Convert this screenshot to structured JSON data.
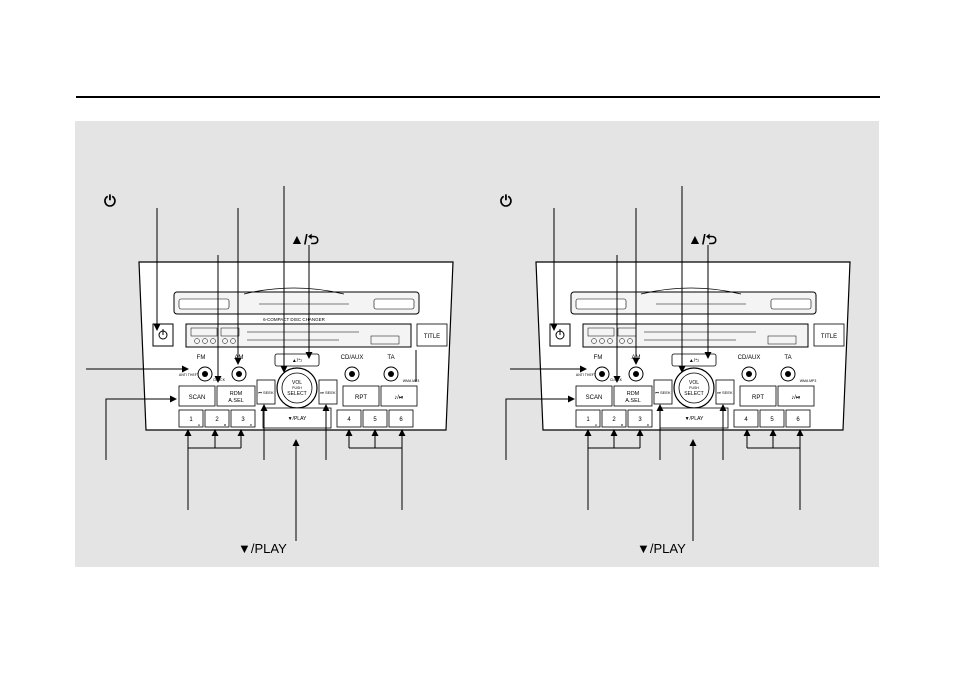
{
  "diagrams": [
    {
      "callouts": {
        "power": "⏻",
        "eject": "▲/⮌",
        "play": "▼/PLAY"
      },
      "unit": {
        "changer_label": "6-COMPACT  DISC  CHANGER",
        "title_btn": "TITLE",
        "fm": "FM",
        "am": "AM",
        "cdaux": "CD/AUX",
        "ta": "TA",
        "anti_theft": "ANTI THEFT",
        "clock": "CLOCK",
        "scan": "SCAN",
        "rdm_top": "RDM",
        "rdm_bot": "A.SEL",
        "rpt": "RPT",
        "skip": "♪/⏯",
        "seek_l": "⏮\nSEEK",
        "seek_r": "⏭\nSEEK",
        "vol_top": "VOL",
        "vol_mid": "PUSH",
        "vol_bot": "SELECT",
        "eject_btn": "▲/⮌",
        "play_btn": "▼/PLAY",
        "wma": "WMA\nMP3",
        "presets": [
          "1",
          "2",
          "3",
          "4",
          "5",
          "6"
        ],
        "preset_sub": [
          "H",
          "M",
          "R"
        ]
      }
    },
    {
      "callouts": {
        "power": "⏻",
        "eject": "▲/⮌",
        "play": "▼/PLAY"
      },
      "unit": {
        "changer_label": "",
        "title_btn": "TITLE",
        "fm": "FM",
        "am": "AM",
        "cdaux": "CD/AUX",
        "ta": "TA",
        "anti_theft": "ANTI THEFT",
        "clock": "CLOCK",
        "scan": "SCAN",
        "rdm_top": "RDM",
        "rdm_bot": "A.SEL",
        "rpt": "RPT",
        "skip": "♪/⏯",
        "seek_l": "⏮\nSEEK",
        "seek_r": "⏭\nSEEK",
        "vol_top": "VOL",
        "vol_mid": "PUSH",
        "vol_bot": "SELECT",
        "eject_btn": "▲/⮌",
        "play_btn": "▼/PLAY",
        "wma": "WMA\nMP3",
        "presets": [
          "1",
          "2",
          "3",
          "4",
          "5",
          "6"
        ],
        "preset_sub": [
          "H",
          "M",
          "R"
        ]
      }
    }
  ]
}
